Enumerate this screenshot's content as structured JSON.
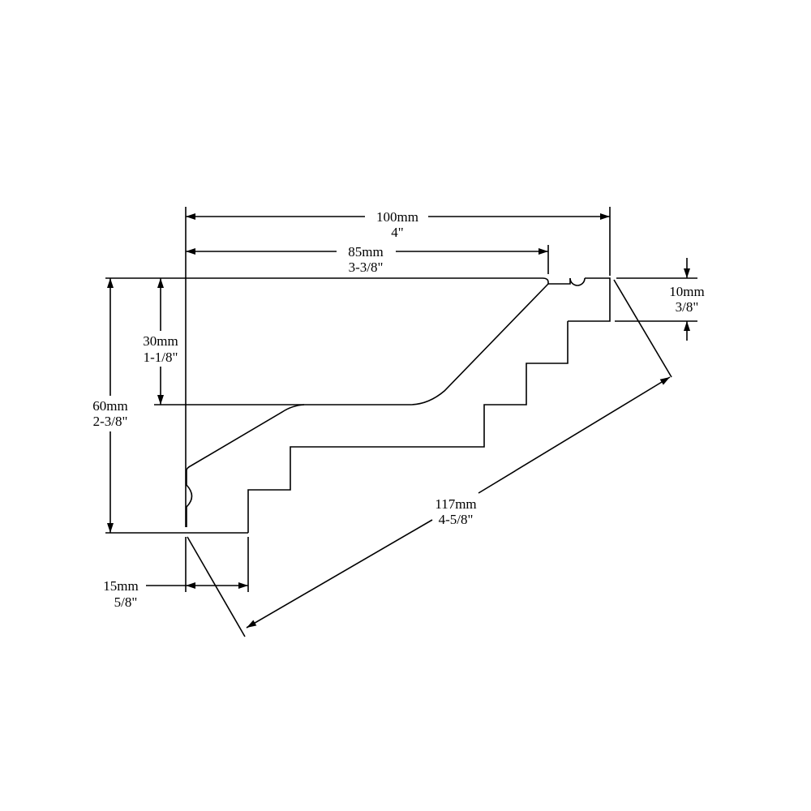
{
  "dimensions": {
    "total_width": {
      "metric": "100mm",
      "imperial": "4\""
    },
    "inner_width": {
      "metric": "85mm",
      "imperial": "3-3/8\""
    },
    "total_height": {
      "metric": "60mm",
      "imperial": "2-3/8\""
    },
    "upper_height": {
      "metric": "30mm",
      "imperial": "1-1/8\""
    },
    "top_return": {
      "metric": "10mm",
      "imperial": "3/8\""
    },
    "bottom_return": {
      "metric": "15mm",
      "imperial": "5/8\""
    },
    "face_length": {
      "metric": "117mm",
      "imperial": "4-5/8\""
    }
  }
}
